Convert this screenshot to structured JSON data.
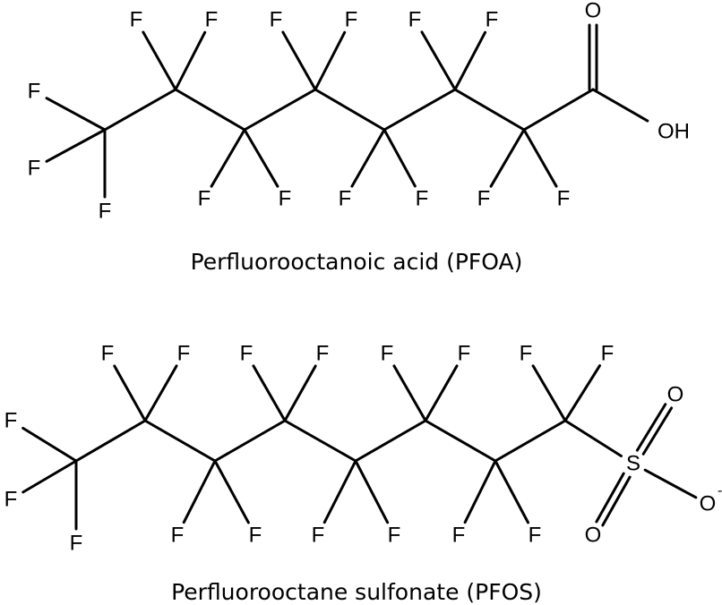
{
  "pfoa": {
    "caption": "Perfluorooctanoic acid (PFOA)",
    "fluorine_labels": [
      "F",
      "F",
      "F",
      "F",
      "F",
      "F",
      "F",
      "F",
      "F",
      "F",
      "F",
      "F",
      "F",
      "F",
      "F"
    ],
    "carbonyl_oxygen": "O",
    "hydroxyl": "OH"
  },
  "pfos": {
    "caption": "Perfluorooctane sulfonate (PFOS)",
    "fluorine_labels": [
      "F",
      "F",
      "F",
      "F",
      "F",
      "F",
      "F",
      "F",
      "F",
      "F",
      "F",
      "F",
      "F",
      "F",
      "F",
      "F",
      "F"
    ],
    "sulfur": "S",
    "oxygen_top": "O",
    "oxygen_bottom": "O",
    "oxygen_anion": "O",
    "anion_charge": "-"
  }
}
